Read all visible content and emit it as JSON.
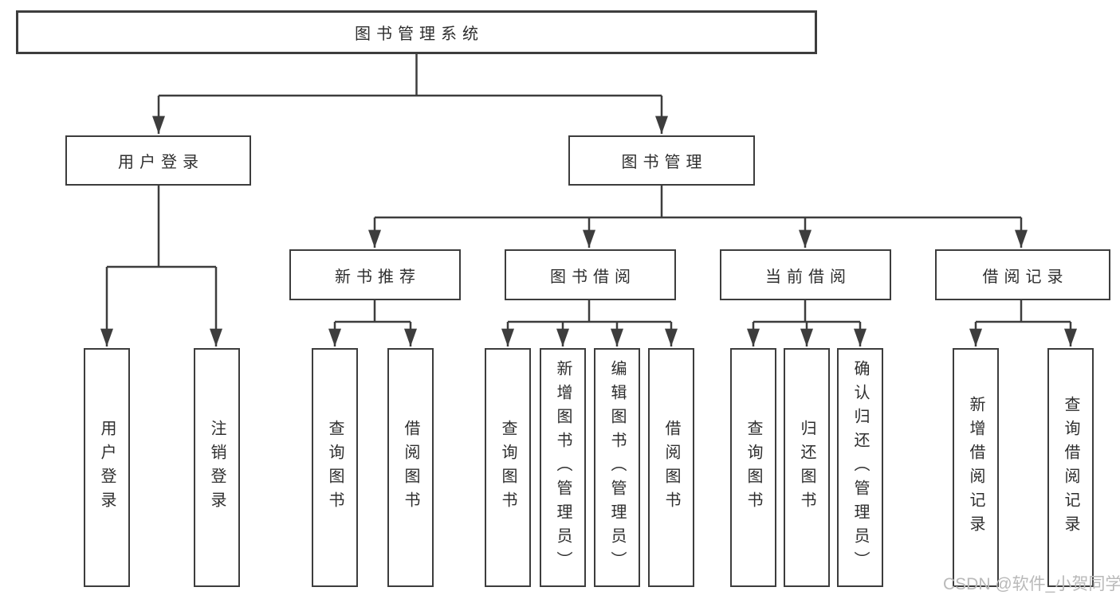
{
  "diagram_type": "tree",
  "colors": {
    "line": "#3d3d3d",
    "box_border": "#3d3d3d",
    "box_fill": "#ffffff",
    "text": "#2e2e2e",
    "watermark": "#b9b9b9",
    "background": "#ffffff"
  },
  "watermark": {
    "text": "CSDN @软件_小贺同学"
  },
  "tree": {
    "root": {
      "label": "图书管理系统",
      "children": [
        {
          "label": "用户登录",
          "children": [
            {
              "label": "用户登录"
            },
            {
              "label": "注销登录"
            }
          ]
        },
        {
          "label": "图书管理",
          "children": [
            {
              "label": "新书推荐",
              "children": [
                {
                  "label": "查询图书"
                },
                {
                  "label": "借阅图书"
                }
              ]
            },
            {
              "label": "图书借阅",
              "children": [
                {
                  "label": "查询图书"
                },
                {
                  "label": "新增图书（管理员）"
                },
                {
                  "label": "编辑图书（管理员）"
                },
                {
                  "label": "借阅图书"
                }
              ]
            },
            {
              "label": "当前借阅",
              "children": [
                {
                  "label": "查询图书"
                },
                {
                  "label": "归还图书"
                },
                {
                  "label": "确认归还（管理员）"
                }
              ]
            },
            {
              "label": "借阅记录",
              "children": [
                {
                  "label": "新增借阅记录"
                },
                {
                  "label": "查询借阅记录"
                }
              ]
            }
          ]
        }
      ]
    }
  }
}
